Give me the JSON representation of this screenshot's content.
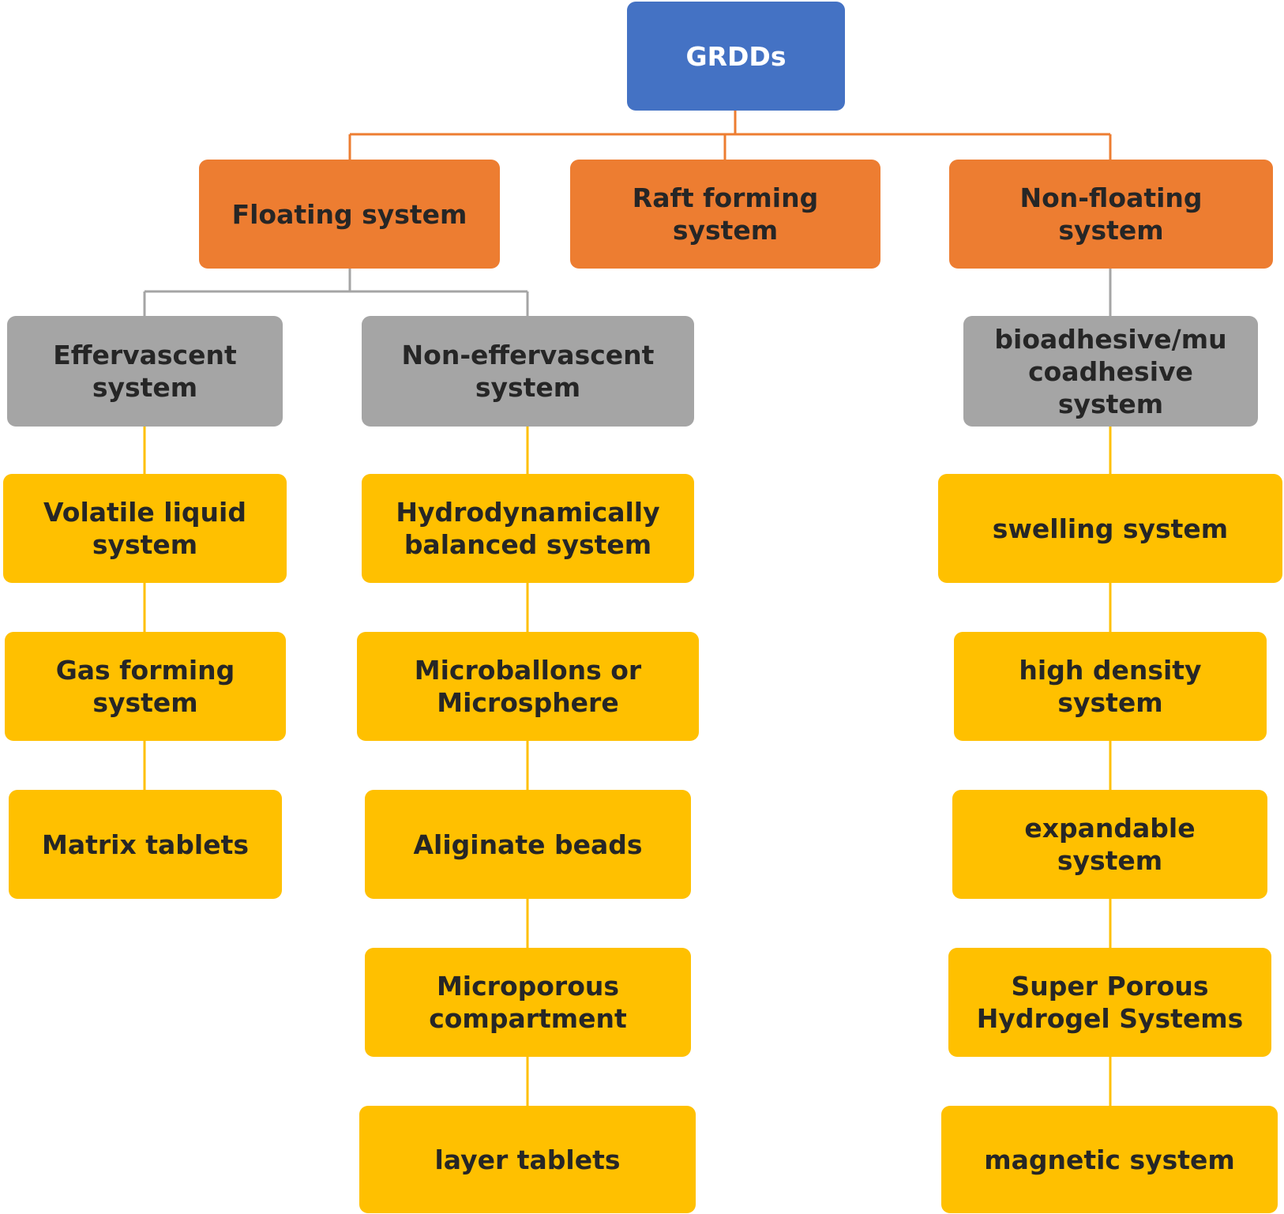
{
  "colors": {
    "root_fill": "#4472C4",
    "level1_fill": "#ED7D31",
    "level2_fill": "#A5A5A5",
    "leaf_fill": "#FFC000",
    "orange_connector": "#ED7D31",
    "gray_connector": "#A5A5A5",
    "gold_connector": "#FFC000"
  },
  "root": {
    "label": "GRDDs"
  },
  "categories": {
    "floating": {
      "label": "Floating system"
    },
    "raft": {
      "label": "Raft forming\nsystem"
    },
    "non_floating": {
      "label": "Non-floating\nsystem"
    }
  },
  "subcategories": {
    "effervescent": {
      "label": "Effervascent\nsystem"
    },
    "non_effervescent": {
      "label": "Non-effervascent\nsystem"
    },
    "bioadhesive": {
      "label": "bioadhesive/mu\ncoadhesive\nsystem"
    }
  },
  "effervescent_items": [
    {
      "label": "Volatile liquid\nsystem"
    },
    {
      "label": "Gas forming\nsystem"
    },
    {
      "label": "Matrix tablets"
    }
  ],
  "non_effervescent_items": [
    {
      "label": "Hydrodynamically\nbalanced system"
    },
    {
      "label": "Microballons  or\nMicrosphere"
    },
    {
      "label": "Aliginate beads"
    },
    {
      "label": "Microporous\ncompartment"
    },
    {
      "label": "layer tablets"
    }
  ],
  "non_floating_items": [
    {
      "label": "swelling system"
    },
    {
      "label": "high density\nsystem"
    },
    {
      "label": "expandable\nsystem"
    },
    {
      "label": "Super Porous\nHydrogel Systems"
    },
    {
      "label": "magnetic system"
    }
  ]
}
